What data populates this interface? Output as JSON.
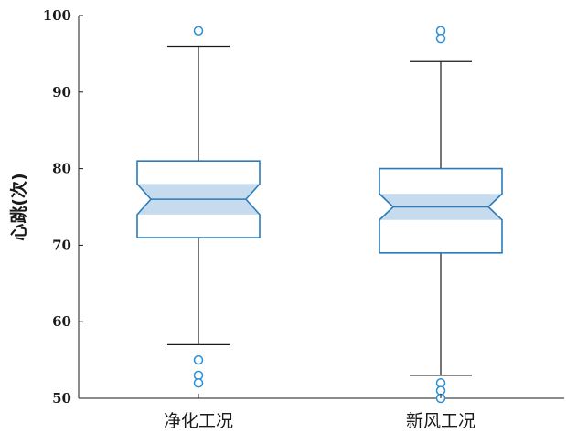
{
  "chart_data": {
    "type": "box",
    "ylabel": "心跳(次)",
    "ylim": [
      50,
      100
    ],
    "yticks": [
      50,
      60,
      70,
      80,
      90,
      100
    ],
    "categories": [
      "净化工况",
      "新风工况"
    ],
    "boxes": [
      {
        "category": "净化工况",
        "whisker_low": 57,
        "q1": 71,
        "median": 76,
        "q3": 81,
        "whisker_high": 96,
        "notch_low": 74,
        "notch_high": 78,
        "outliers": [
          98,
          55,
          53,
          52
        ]
      },
      {
        "category": "新风工况",
        "whisker_low": 53,
        "q1": 69,
        "median": 75,
        "q3": 80,
        "whisker_high": 94,
        "notch_low": 73.3,
        "notch_high": 76.7,
        "outliers": [
          98,
          97,
          52,
          51,
          50
        ]
      }
    ],
    "colors": {
      "box_edge": "#2b7bba",
      "notch_fill": "#c6dcee",
      "whisker": "#1a1a1a",
      "outlier": "#2b8fd6",
      "axis": "#1a1a1a"
    }
  }
}
